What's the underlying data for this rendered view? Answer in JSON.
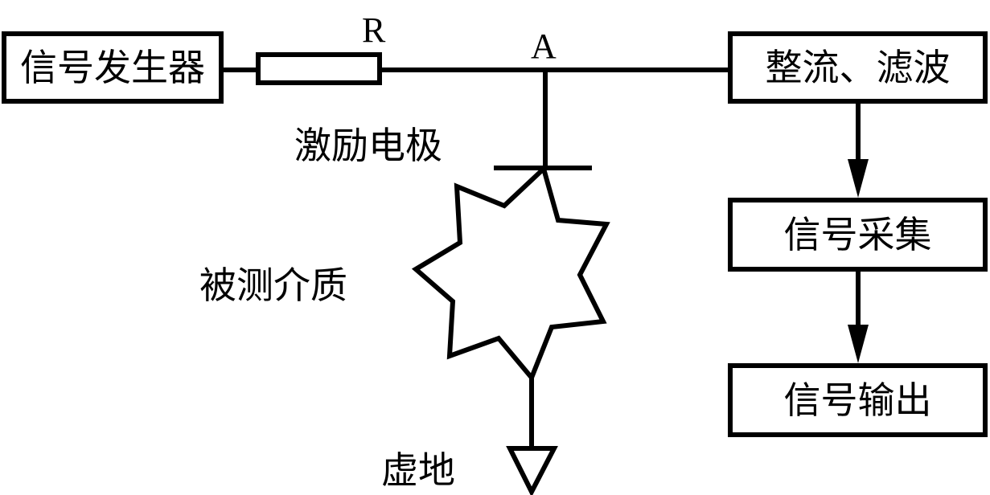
{
  "diagram": {
    "type": "circuit-block-diagram",
    "colors": {
      "stroke": "#000000",
      "background": "#ffffff"
    },
    "blocks": {
      "signal_generator": "信号发生器",
      "rectify_filter": "整流、滤波",
      "signal_acquisition": "信号采集",
      "signal_output": "信号输出"
    },
    "labels": {
      "resistor": "R",
      "node": "A",
      "excitation_electrode": "激励电极",
      "medium_under_test": "被测介质",
      "virtual_ground": "虚地"
    },
    "connections": [
      {
        "from": "信号发生器",
        "to": "R"
      },
      {
        "from": "R",
        "to": "A"
      },
      {
        "from": "A",
        "to": "整流、滤波"
      },
      {
        "from": "A",
        "to": "激励电极"
      },
      {
        "from": "激励电极",
        "to": "被测介质"
      },
      {
        "from": "被测介质",
        "to": "虚地"
      },
      {
        "from": "整流、滤波",
        "to": "信号采集",
        "arrow": true
      },
      {
        "from": "信号采集",
        "to": "信号输出",
        "arrow": true
      }
    ]
  }
}
